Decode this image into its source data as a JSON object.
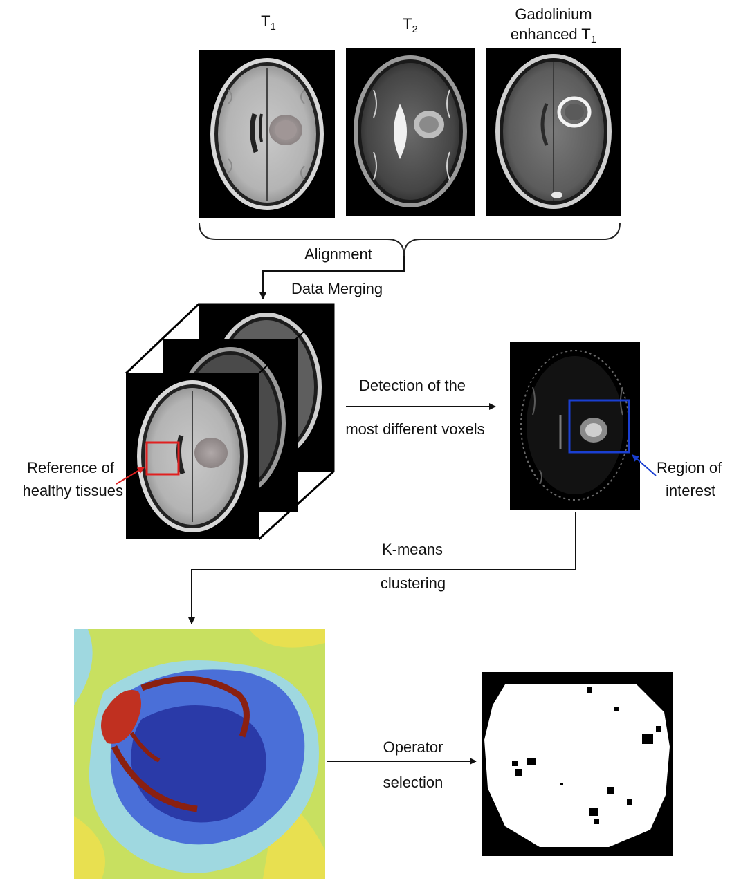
{
  "inputs": [
    {
      "label": "T",
      "sub": "1"
    },
    {
      "label": "T",
      "sub": "2"
    },
    {
      "label_line1": "Gadolinium",
      "label_line2": "enhanced T",
      "sub": "1"
    }
  ],
  "steps": {
    "alignment": "Alignment",
    "merging": "Data Merging",
    "detection_line1": "Detection of the",
    "detection_line2": "most different voxels",
    "kmeans_line1": "K-means",
    "kmeans_line2": "clustering",
    "operator_line1": "Operator",
    "operator_line2": "selection"
  },
  "annotations": {
    "reference_line1": "Reference of",
    "reference_line2": "healthy tissues",
    "roi_line1": "Region of",
    "roi_line2": "interest"
  },
  "colors": {
    "reference_box": "#e02020",
    "roi_box": "#1a3fd1",
    "cluster_background": "#c8e060",
    "cluster_outer": "#9fd8e0",
    "cluster_mid": "#4a6fd8",
    "cluster_core": "#2a3aa8",
    "cluster_enhancing": "#c03020",
    "cluster_yellow": "#e8e050"
  }
}
